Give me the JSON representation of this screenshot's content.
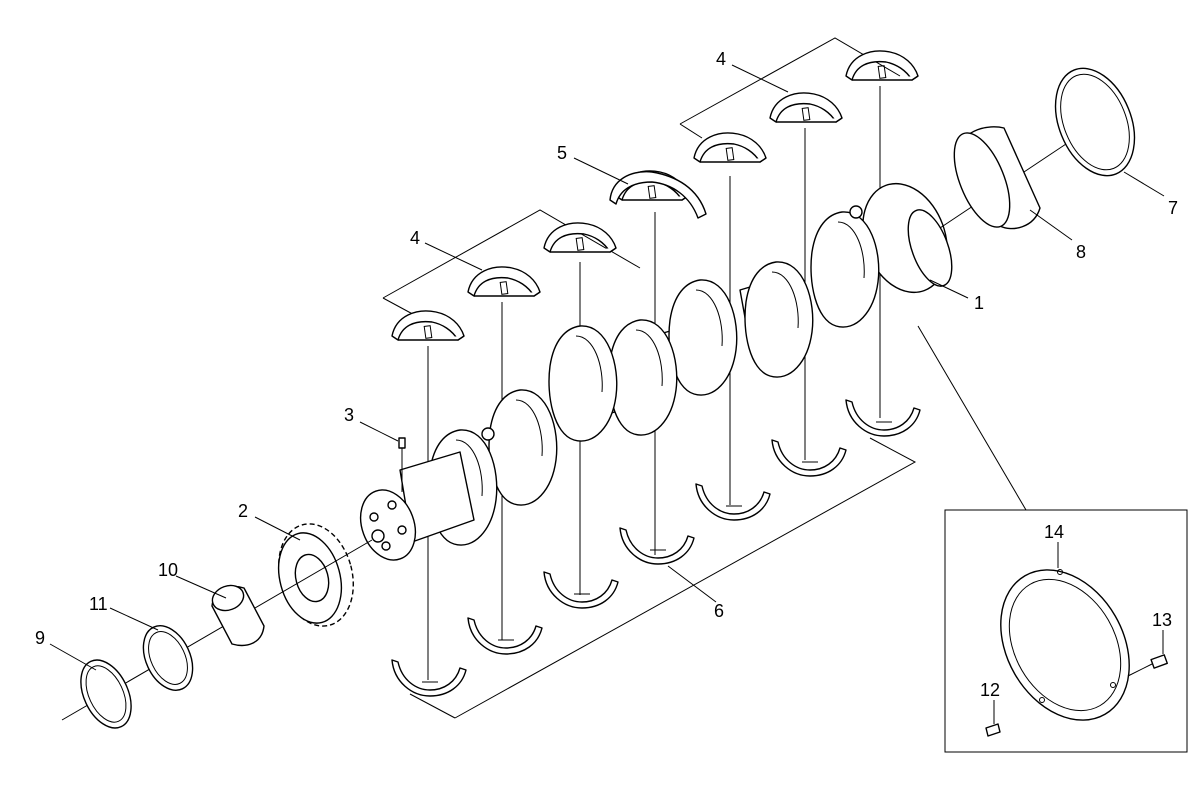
{
  "callouts": {
    "c1": "1",
    "c2": "2",
    "c3": "3",
    "c4a": "4",
    "c4b": "4",
    "c5": "5",
    "c6": "6",
    "c7": "7",
    "c8": "8",
    "c9": "9",
    "c10": "10",
    "c11": "11",
    "c12": "12",
    "c13": "13",
    "c14": "14"
  },
  "parts": {
    "crankshaft": "crankshaft-icon",
    "gear": "gear-icon",
    "pin": "pin-icon",
    "bearing_upper": "bearing-shell-icon",
    "bearing_lower": "bearing-shell-icon",
    "thrust_bearing": "thrust-bearing-icon",
    "rear_seal": "seal-ring-icon",
    "rear_sleeve": "sleeve-icon",
    "front_seal": "seal-ring-icon",
    "front_sleeve": "sleeve-icon",
    "front_ring": "ring-icon",
    "dowel": "dowel-icon",
    "bolt": "bolt-icon",
    "gasket": "gasket-icon"
  }
}
